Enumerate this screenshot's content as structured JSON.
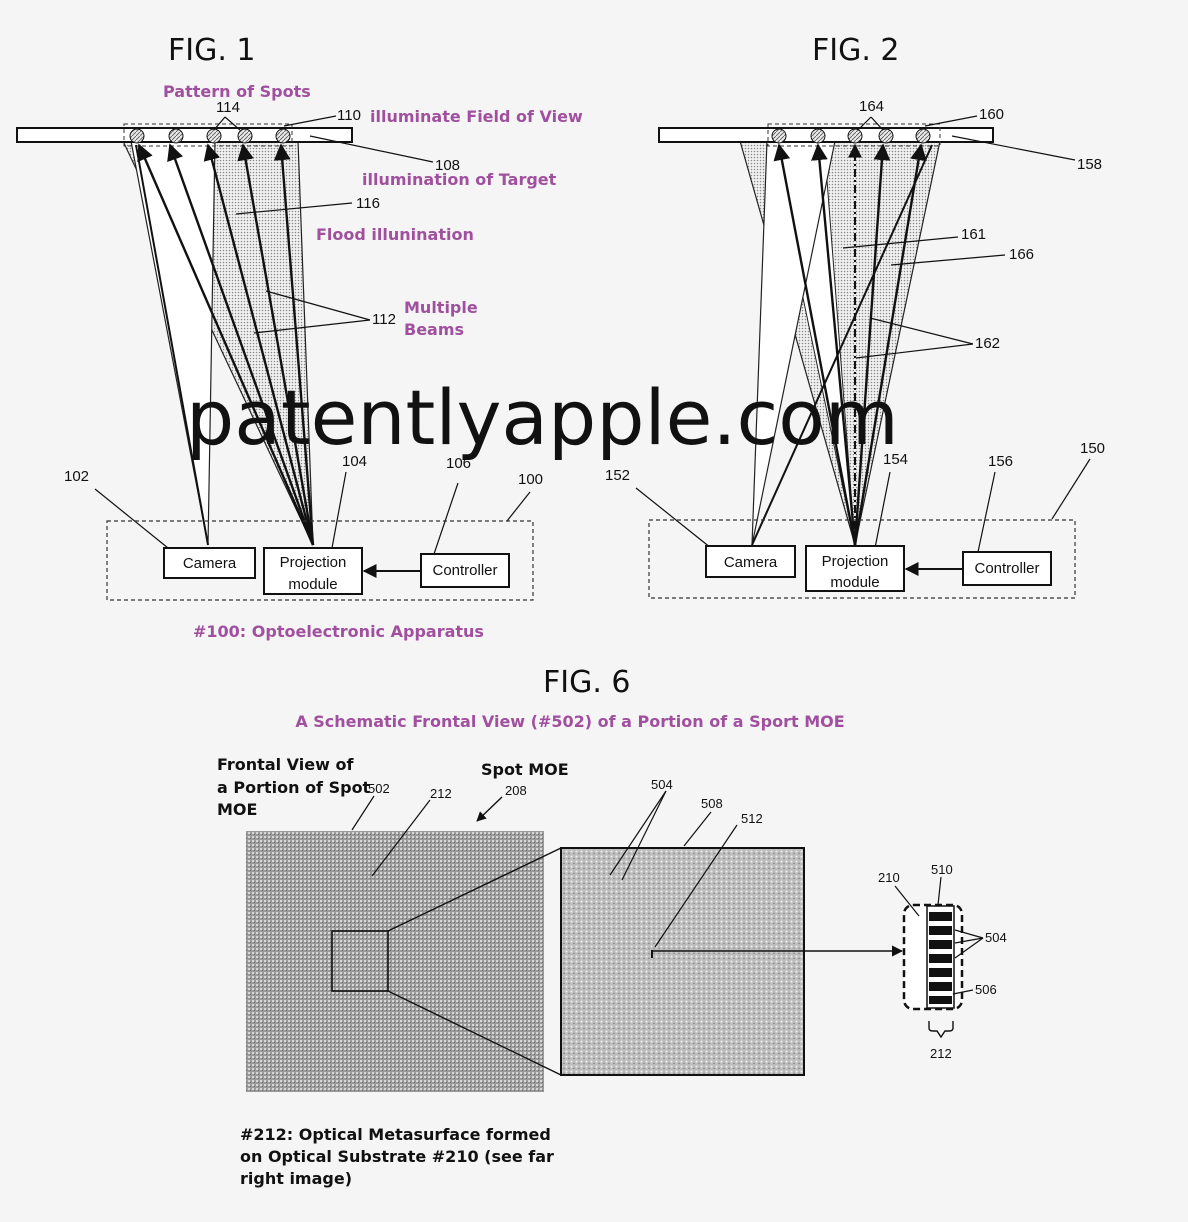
{
  "fig1": {
    "title": "FIG. 1",
    "annotations": {
      "pattern_of_spots": "Pattern of Spots",
      "illuminate_fov": "illuminate Field of View",
      "illumination_target": "illumination of Target",
      "flood": "Flood illunination",
      "multiple": "Multiple",
      "beams": "Beams",
      "caption": "#100: Optoelectronic Apparatus"
    },
    "refs": {
      "r114": "114",
      "r110": "110",
      "r108": "108",
      "r116": "116",
      "r112": "112",
      "r102": "102",
      "r104": "104",
      "r106": "106",
      "r100": "100"
    },
    "boxes": {
      "camera": "Camera",
      "projection_1": "Projection",
      "projection_2": "module",
      "controller": "Controller"
    }
  },
  "fig2": {
    "title": "FIG. 2",
    "refs": {
      "r164": "164",
      "r160": "160",
      "r158": "158",
      "r161": "161",
      "r166": "166",
      "r162": "162",
      "r152": "152",
      "r154": "154",
      "r156": "156",
      "r150": "150"
    },
    "boxes": {
      "camera": "Camera",
      "projection_1": "Projection",
      "projection_2": "module",
      "controller": "Controller"
    }
  },
  "watermark": "patentlyapple.com",
  "fig6": {
    "title": "FIG. 6",
    "subtitle": "A Schematic Frontal View (#502) of a Portion of a Sport MOE",
    "frontal_1": "Frontal View of",
    "frontal_2": "a Portion of Spot",
    "frontal_3": "MOE",
    "spot_moe": "Spot MOE",
    "caption_1": "#212: Optical Metasurface formed",
    "caption_2": "on Optical Substrate #210 (see far",
    "caption_3": "right image)",
    "refs": {
      "r502": "502",
      "r212a": "212",
      "r208": "208",
      "r504a": "504",
      "r508": "508",
      "r512": "512",
      "r210": "210",
      "r510": "510",
      "r504b": "504",
      "r506": "506",
      "r212b": "212"
    }
  }
}
